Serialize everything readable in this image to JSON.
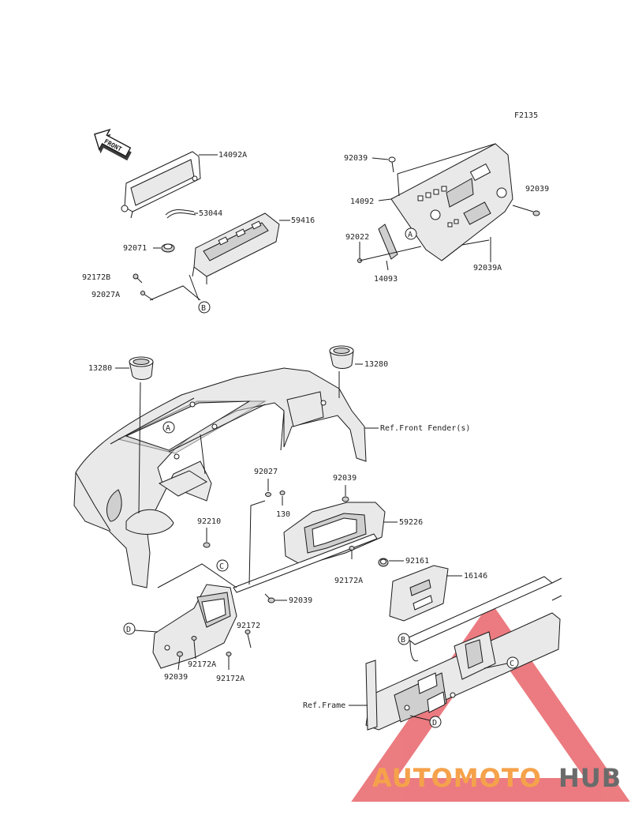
{
  "figure_code": "F2135",
  "front_arrow": "FRONT",
  "refs": {
    "front_fender": "Ref.Front Fender(s)",
    "frame": "Ref.Frame"
  },
  "callouts": {
    "A": "A",
    "B": "B",
    "C": "C",
    "D": "D"
  },
  "parts": {
    "p14092A": "14092A",
    "p53044": "53044",
    "p59416": "59416",
    "p92071": "92071",
    "p92172B": "92172B",
    "p92027A": "92027A",
    "p92039_top": "92039",
    "p14092": "14092",
    "p92022": "92022",
    "p14093": "14093",
    "p92039_right": "92039",
    "p92039A": "92039A",
    "p13280_left": "13280",
    "p13280_right": "13280",
    "p92027": "92027",
    "p130": "130",
    "p92039_mid": "92039",
    "p59226": "59226",
    "p92210": "92210",
    "p92172A_mid": "92172A",
    "p92161": "92161",
    "p16146": "16146",
    "p92039_low": "92039",
    "p92172": "92172",
    "p92172A_low1": "92172A",
    "p92039_bottom": "92039",
    "p92172A_low2": "92172A"
  },
  "watermark": {
    "part1": "AUTOMOTO",
    "part2": "HUB",
    "color_orange": "#f5a24b",
    "color_gray": "#6b6b6b",
    "color_triangle": "#e8656a"
  }
}
